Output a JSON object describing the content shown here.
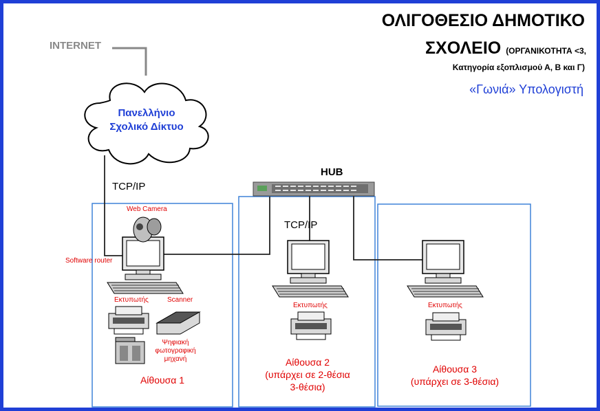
{
  "title": {
    "line1": "ΟΛΙΓΟΘΕΣΙΟ ΔΗΜΟΤΙΚΟ",
    "line2_main": "ΣΧΟΛΕΙΟ",
    "line2_small": "(ΟΡΓΑΝΙΚΟΤΗΤΑ <3,",
    "line3": "Κατηγορία εξοπλισμού Α, Β και Γ)",
    "subtitle": "«Γωνιά» Υπολογιστή"
  },
  "network": {
    "internet": "INTERNET",
    "cloud_line1": "Πανελλήνιο",
    "cloud_line2": "Σχολικό Δίκτυο",
    "tcp_left": "TCP/IP",
    "tcp_middle": "TCP/IP",
    "hub": "HUB"
  },
  "room1": {
    "web_camera": "Web Camera",
    "software_router": "Software router",
    "printer": "Εκτυπωτής",
    "scanner": "Scanner",
    "camera_line1": "Ψηφιακή",
    "camera_line2": "φωτογραφική",
    "camera_line3": "μηχανή",
    "label": "Αίθουσα 1"
  },
  "room2": {
    "printer": "Εκτυπωτής",
    "label_line1": "Αίθουσα 2",
    "label_line2": "(υπάρχει σε 2-θέσια",
    "label_line3": "3-θέσια)"
  },
  "room3": {
    "printer": "Εκτυπωτής",
    "label_line1": "Αίθουσα 3",
    "label_line2": "(υπάρχει σε 3-θέσια)"
  },
  "colors": {
    "frame": "#1f3fd6",
    "room_border": "#3f82d8",
    "cable": "#222222",
    "internet_line": "#888888",
    "accent_red": "#e00000",
    "cloud_text": "#1f3fd6"
  }
}
